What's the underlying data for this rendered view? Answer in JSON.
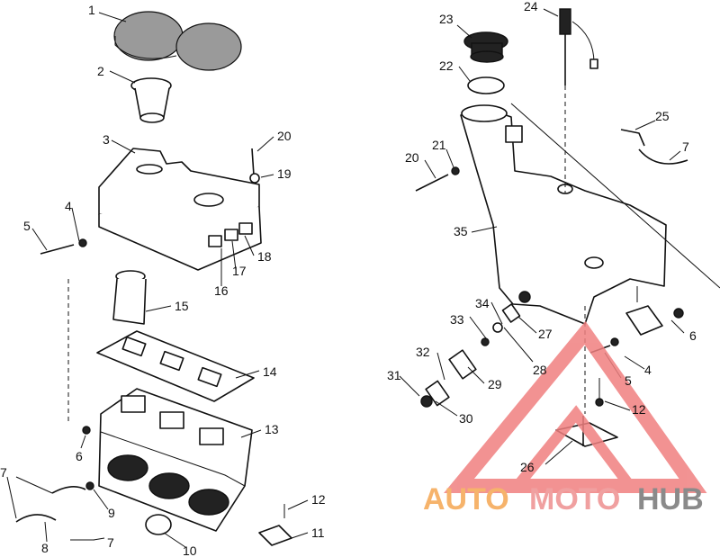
{
  "labels": {
    "l1": "1",
    "l2": "2",
    "l3": "3",
    "l4": "4",
    "l5": "5",
    "l6": "6",
    "l7a": "7",
    "l7b": "7",
    "l8": "8",
    "l9": "9",
    "l10": "10",
    "l11": "11",
    "l12": "12",
    "l13": "13",
    "l14": "14",
    "l15": "15",
    "l16": "16",
    "l17": "17",
    "l18": "18",
    "l19": "19",
    "l20": "20",
    "r20": "20",
    "r21": "21",
    "r22": "22",
    "r23": "23",
    "r24": "24",
    "r25": "25",
    "r7": "7",
    "r35": "35",
    "r34": "34",
    "r33": "33",
    "r27": "27",
    "r28": "28",
    "r32": "32",
    "r29": "29",
    "r31": "31",
    "r30": "30",
    "r6": "6",
    "r4": "4",
    "r5": "5",
    "r12": "12",
    "r26": "26"
  },
  "watermark": {
    "part1": "AUTO",
    "part2": "MOTO",
    "part3": "HUB",
    "color_auto": "#f6b36b",
    "color_moto": "#f0a0a0",
    "color_hub": "#8a8a8a",
    "logo_color": "#f08080"
  }
}
